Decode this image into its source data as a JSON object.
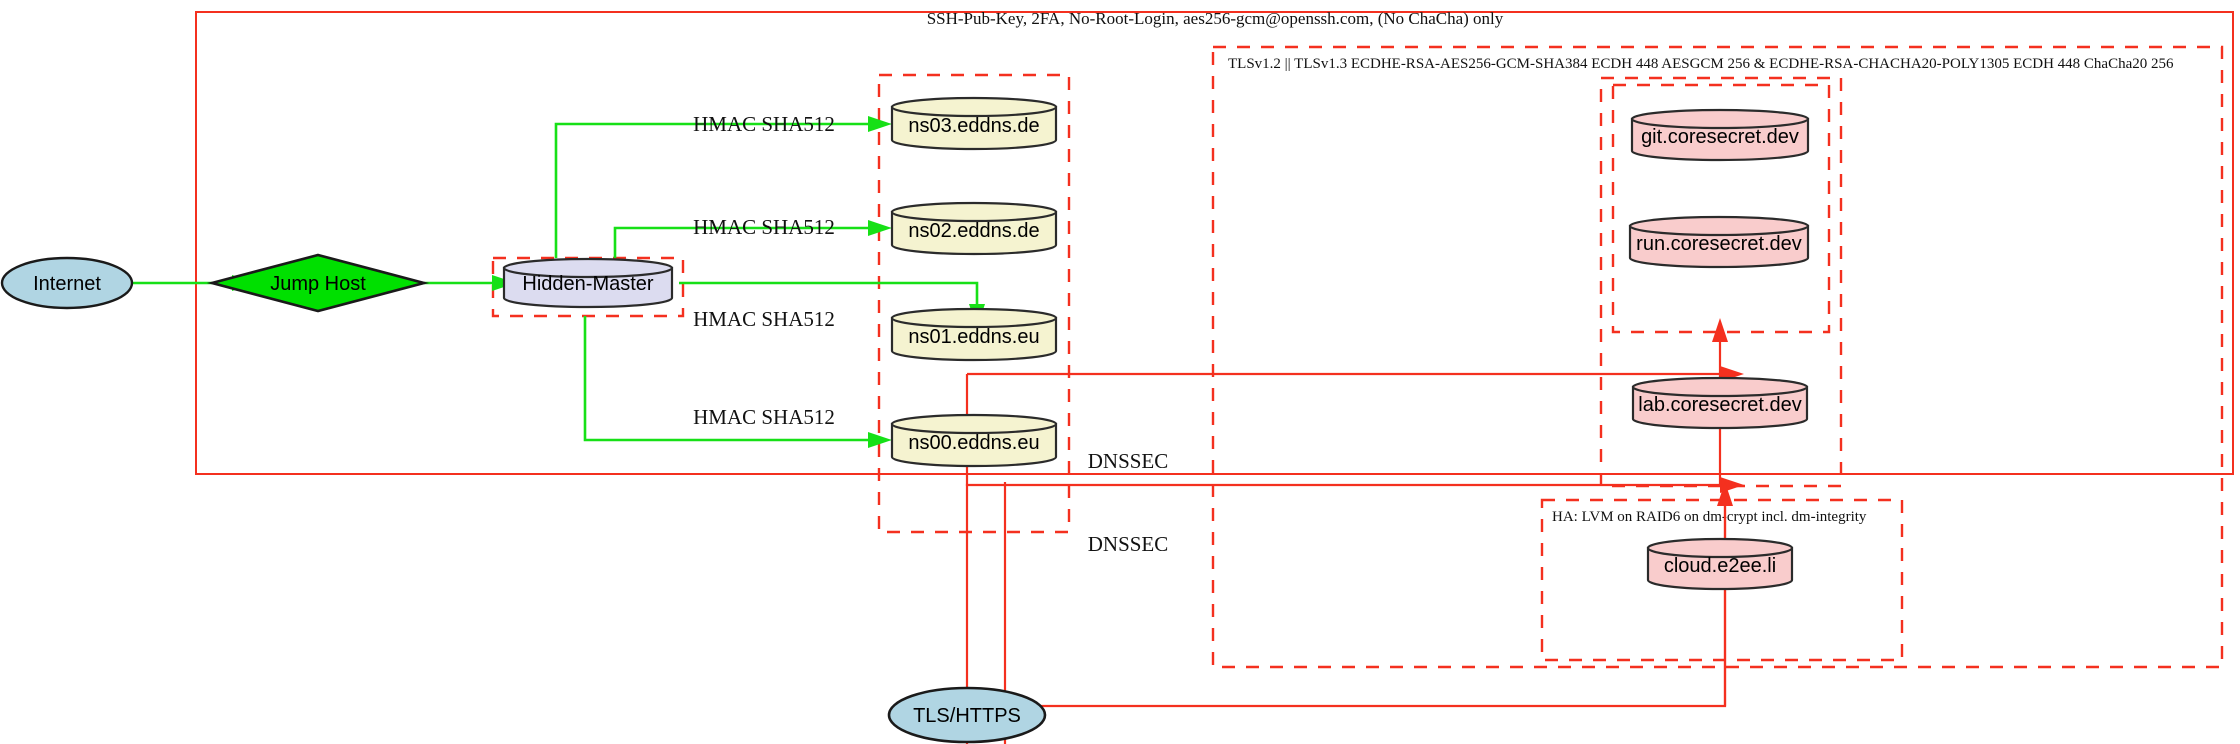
{
  "diagram": {
    "title_top": "SSH-Pub-Key, 2FA, No-Root-Login, aes256-gcm@openssh.com, (No ChaCha) only",
    "boundaries": [
      {
        "name": "ssh-boundary",
        "label": "SSH-Pub-Key, 2FA, No-Root-Login, aes256-gcm@openssh.com, (No ChaCha) only",
        "style": "solid"
      },
      {
        "name": "tls-boundary",
        "label": "TLSv1.2 || TLSv1.3 ECDHE-RSA-AES256-GCM-SHA384 ECDH 448 AESGCM 256 & ECDHE-RSA-CHACHA20-POLY1305 ECDH 448 ChaCha20 256",
        "style": "dashed"
      },
      {
        "name": "ha-boundary",
        "label": "HA: LVM on RAID6 on dm-crypt incl. dm-integrity",
        "style": "dashed"
      },
      {
        "name": "hidden-master-boundary",
        "label": "",
        "style": "dashed"
      },
      {
        "name": "nameserver-boundary",
        "label": "",
        "style": "dashed"
      },
      {
        "name": "coresecret-boundary",
        "label": "",
        "style": "dashed"
      },
      {
        "name": "coresecret-inner-boundary",
        "label": "",
        "style": "dashed"
      }
    ],
    "nodes": [
      {
        "id": "internet",
        "label": "Internet",
        "shape": "ellipse",
        "fill": "#b0d5e3"
      },
      {
        "id": "jumphost",
        "label": "Jump Host",
        "shape": "diamond",
        "fill": "#00e000"
      },
      {
        "id": "hiddenmaster",
        "label": "Hidden-Master",
        "shape": "cylinder",
        "fill": "#dcdcf0"
      },
      {
        "id": "ns03",
        "label": "ns03.eddns.de",
        "shape": "cylinder",
        "fill": "#f5f3d0"
      },
      {
        "id": "ns02",
        "label": "ns02.eddns.de",
        "shape": "cylinder",
        "fill": "#f5f3d0"
      },
      {
        "id": "ns01",
        "label": "ns01.eddns.eu",
        "shape": "cylinder",
        "fill": "#f5f3d0"
      },
      {
        "id": "ns00",
        "label": "ns00.eddns.eu",
        "shape": "cylinder",
        "fill": "#f5f3d0"
      },
      {
        "id": "git",
        "label": "git.coresecret.dev",
        "shape": "cylinder",
        "fill": "#f9cccc"
      },
      {
        "id": "run",
        "label": "run.coresecret.dev",
        "shape": "cylinder",
        "fill": "#f9cccc"
      },
      {
        "id": "lab",
        "label": "lab.coresecret.dev",
        "shape": "cylinder",
        "fill": "#f9cccc"
      },
      {
        "id": "cloud",
        "label": "cloud.e2ee.li",
        "shape": "cylinder",
        "fill": "#f9cccc"
      },
      {
        "id": "tlshttps",
        "label": "TLS/HTTPS",
        "shape": "ellipse",
        "fill": "#b0d5e3"
      }
    ],
    "edges": [
      {
        "from": "internet",
        "to": "jumphost",
        "label": "",
        "color": "#17e017"
      },
      {
        "from": "jumphost",
        "to": "hiddenmaster",
        "label": "",
        "color": "#17e017"
      },
      {
        "from": "hiddenmaster",
        "to": "ns03",
        "label": "HMAC SHA512",
        "color": "#17e017"
      },
      {
        "from": "hiddenmaster",
        "to": "ns02",
        "label": "HMAC SHA512",
        "color": "#17e017"
      },
      {
        "from": "hiddenmaster",
        "to": "ns01",
        "label": "HMAC SHA512",
        "color": "#17e017"
      },
      {
        "from": "hiddenmaster",
        "to": "ns00",
        "label": "HMAC SHA512",
        "color": "#17e017"
      },
      {
        "from": "tlshttps",
        "to": "coresecret",
        "label": "DNSSEC",
        "color": "#f4301f"
      },
      {
        "from": "tlshttps",
        "to": "cloud",
        "label": "DNSSEC",
        "color": "#f4301f"
      }
    ],
    "edge_labels": {
      "hmac": "HMAC SHA512",
      "dnssec": "DNSSEC"
    },
    "colors": {
      "boundary": "#f4301f",
      "green_edge": "#17e017",
      "red_edge": "#f4301f",
      "ellipse_fill": "#b0d5e3",
      "diamond_fill": "#00e000",
      "master_fill": "#dcdcf0",
      "ns_fill": "#f5f3d0",
      "service_fill": "#f9cccc"
    }
  }
}
